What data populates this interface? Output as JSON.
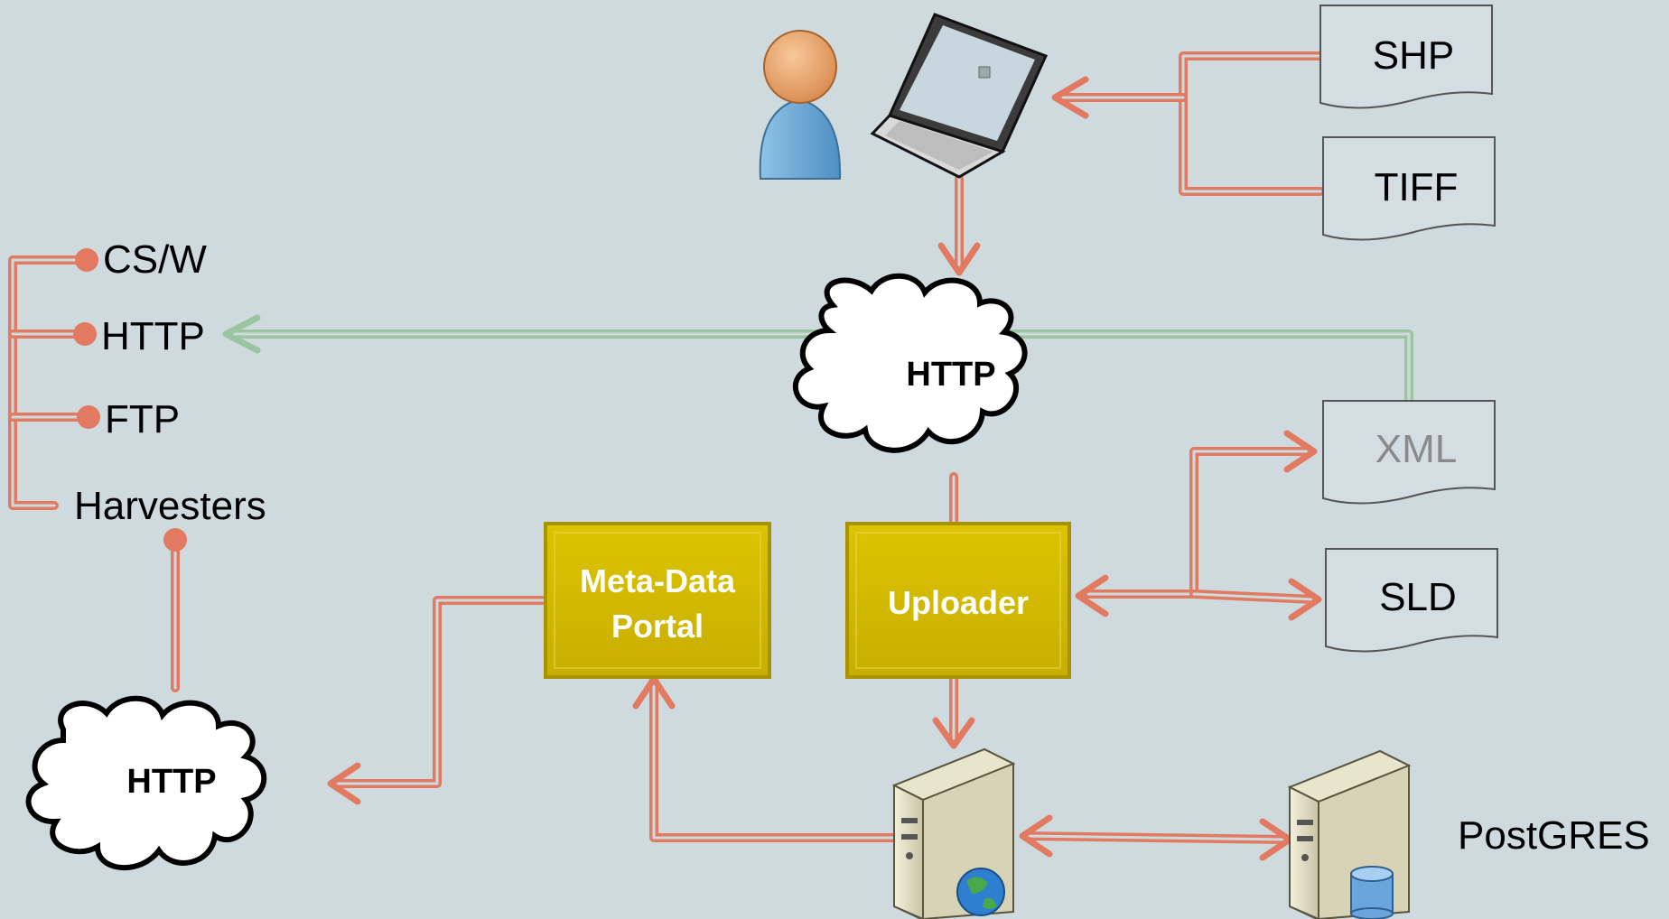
{
  "nodes": {
    "shp": "SHP",
    "tiff": "TIFF",
    "xml": "XML",
    "sld": "SLD",
    "http_cloud_main": "HTTP",
    "http_cloud_left": "HTTP",
    "metadata_portal_line1": "Meta-Data",
    "metadata_portal_line2": "Portal",
    "uploader": "Uploader",
    "postgres": "PostGRES"
  },
  "harvesters": {
    "items": [
      "CS/W",
      "HTTP",
      "FTP"
    ],
    "label": "Harvesters"
  },
  "icons": {
    "user": "user-icon",
    "laptop": "laptop-icon",
    "web_server": "web-server-icon",
    "db_server": "database-server-icon"
  },
  "colors": {
    "background": "#cfdade",
    "arrow": "#e27a62",
    "green_arrow": "#9bc5a0",
    "box_fill": "#d6bc00",
    "box_border": "#a89200"
  }
}
